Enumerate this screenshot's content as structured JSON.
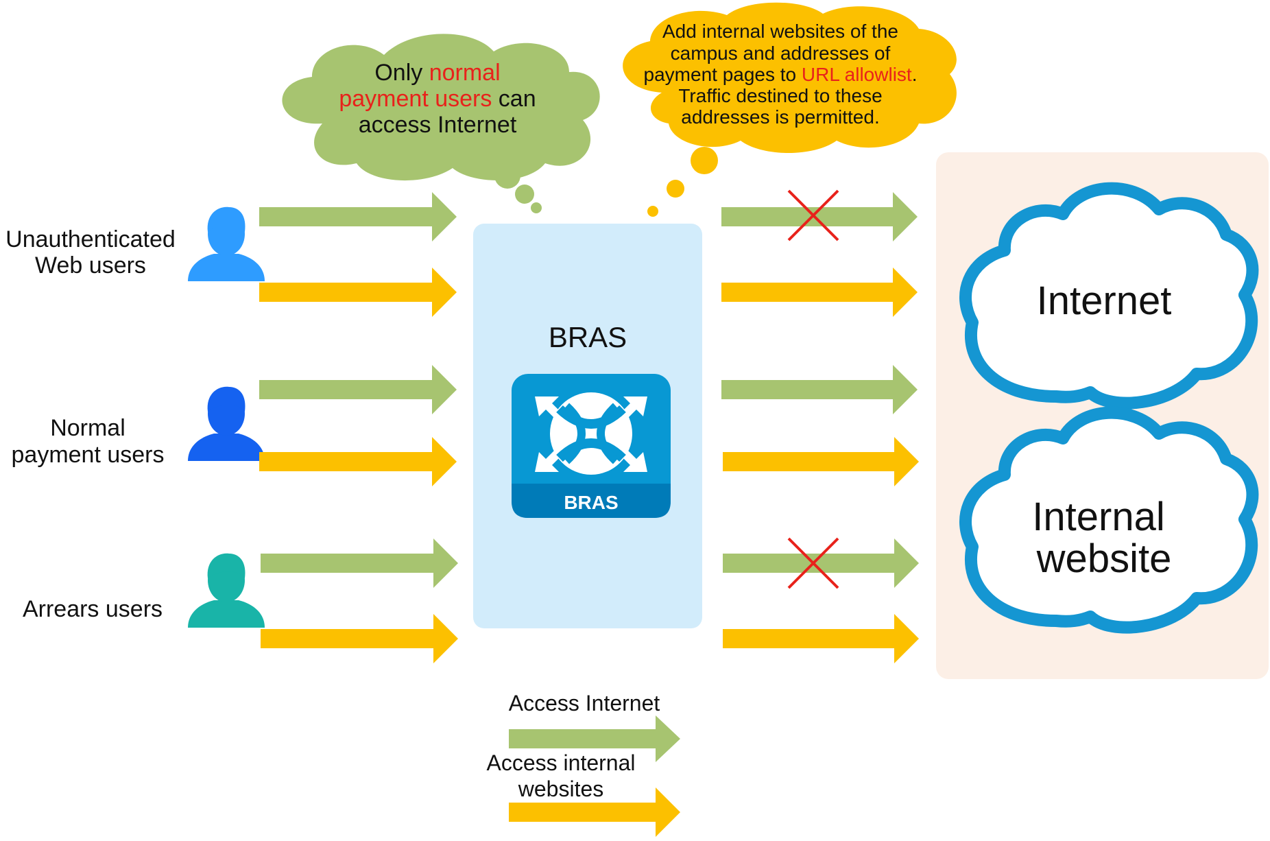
{
  "colors": {
    "internet_arrow": "#a7c470",
    "internal_arrow": "#fcc000",
    "bras_panel": "#d2ecfb",
    "bras_icon": "#0898d3",
    "bras_icon_bar": "#007bb8",
    "dest_panel": "#fcefe6",
    "cloud_stroke": "#1596d2",
    "green_bubble": "#a7c470",
    "yellow_bubble": "#fcc000",
    "block_mark": "#e8221b",
    "user_unauthenticated": "#2e9cff",
    "user_normal": "#1562f0",
    "user_arrears": "#19b4a8"
  },
  "users": [
    {
      "line1": "Unauthenticated",
      "line2": "Web users",
      "icon": "user-icon"
    },
    {
      "line1": "Normal",
      "line2": "payment users",
      "icon": "user-icon"
    },
    {
      "line1": "Arrears users",
      "line2": "",
      "icon": "user-icon"
    }
  ],
  "bras": {
    "title": "BRAS",
    "icon_label": "BRAS",
    "icon": "bras-device-icon"
  },
  "destinations": {
    "internet": "Internet",
    "internal_line1": "Internal",
    "internal_line2": "website"
  },
  "bubble_green": {
    "l1_a": "Only ",
    "l1_b": "normal",
    "l2_a": "payment users",
    "l2_b": " can",
    "l3": "access Internet"
  },
  "bubble_yellow": {
    "l1": "Add internal websites of the",
    "l2": "campus and addresses of",
    "l3_a": "payment pages to ",
    "l3_b": "URL allowlist",
    "l3_c": ".",
    "l4": "Traffic destined to these",
    "l5": "addresses is permitted."
  },
  "legend": {
    "internet": "Access Internet",
    "internal_line1": "Access internal",
    "internal_line2": "websites"
  },
  "blocked_paths": [
    "Unauthenticated Web users to Internet",
    "Arrears users to Internet"
  ]
}
